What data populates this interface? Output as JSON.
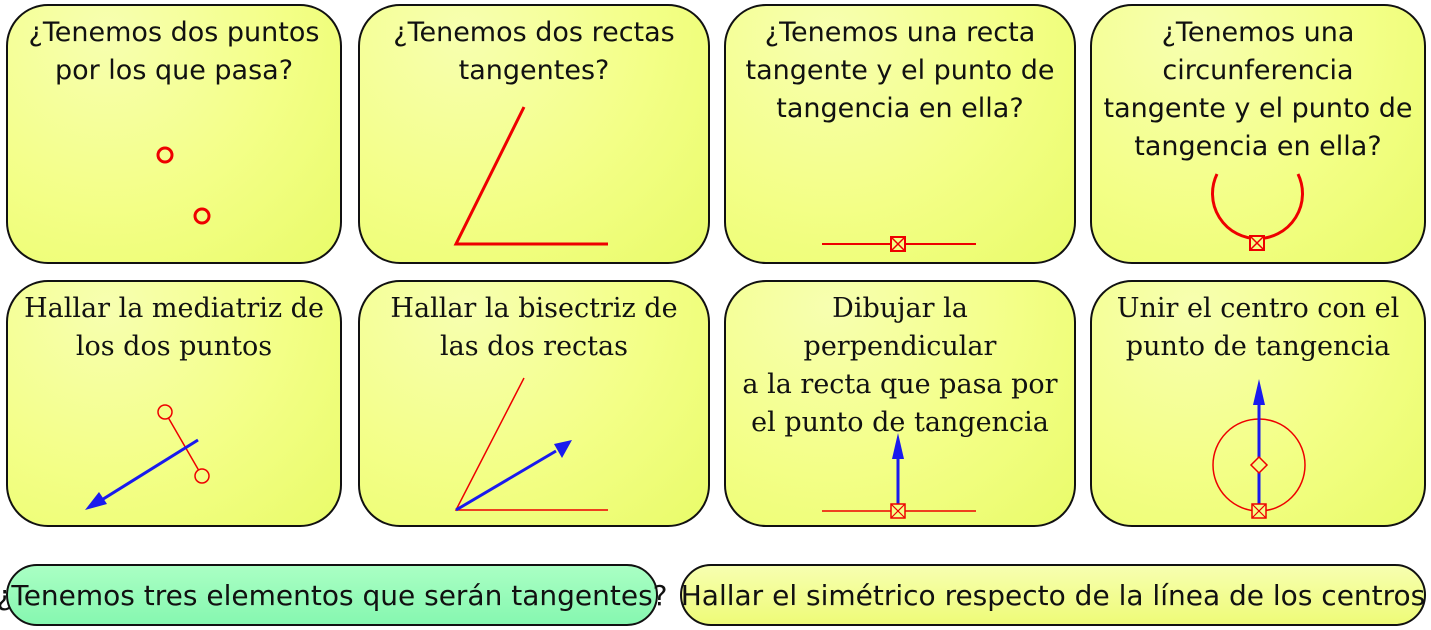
{
  "questions": [
    "¿Tenemos dos puntos\npor los que pasa?",
    "¿Tenemos dos rectas\ntangentes?",
    "¿Tenemos una recta\ntangente y el punto de\ntangencia en ella?",
    "¿Tenemos una\ncircunferencia\ntangente y el punto de\ntangencia en ella?"
  ],
  "answers": [
    "Hallar la mediatriz de\nlos dos puntos",
    "Hallar la bisectriz de\nlas dos rectas",
    "Dibujar la perpendicular\na la recta que pasa por\nel punto de tangencia",
    "Unir el centro con el\npunto de tangencia"
  ],
  "bottom": {
    "question": "¿Tenemos tres elementos que serán tangentes?",
    "answer": "Hallar el simétrico respecto de la línea de los centros"
  },
  "colors": {
    "red": "#ee0000",
    "blue": "#1a1aee",
    "card_yellow": "#f3ff86",
    "pill_green": "#8ef8b4"
  }
}
